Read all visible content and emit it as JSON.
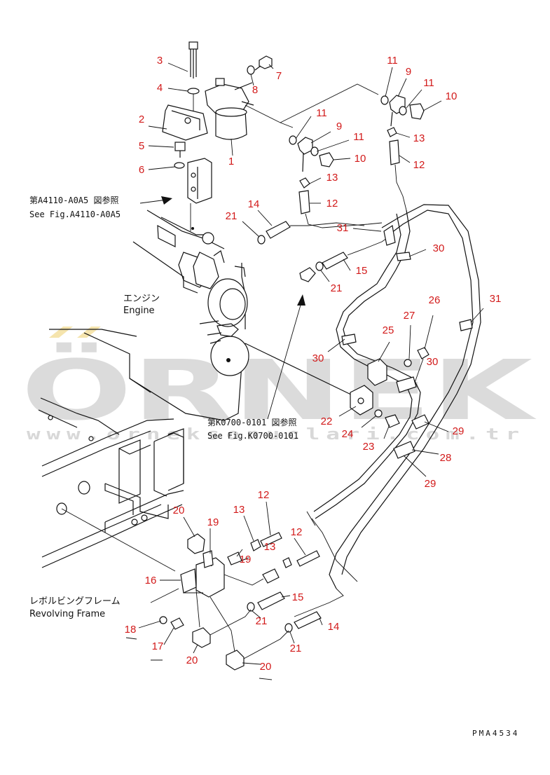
{
  "watermark": {
    "brand": "ÖRNEK",
    "url": "www.orneksonuclari.com.tr"
  },
  "references": {
    "top": {
      "line1": "第A4110-A0A5 図参照",
      "line2": "See Fig.A4110-A0A5"
    },
    "middle": {
      "line1": "第K0700-0101 図参照",
      "line2": "See Fig.K0700-0101"
    }
  },
  "labels": {
    "engine_jp": "エンジン",
    "engine_en": "Engine",
    "frame_jp": "レボルビングフレーム",
    "frame_en": "Revolving Frame"
  },
  "drawing_code": "PMA4534",
  "callouts": [
    "3",
    "4",
    "2",
    "5",
    "6",
    "7",
    "8",
    "1",
    "11",
    "9",
    "11",
    "10",
    "11",
    "9",
    "11",
    "10",
    "13",
    "12",
    "13",
    "12",
    "14",
    "21",
    "31",
    "15",
    "21",
    "30",
    "31",
    "30",
    "25",
    "27",
    "26",
    "30",
    "22",
    "24",
    "23",
    "29",
    "28",
    "29",
    "20",
    "19",
    "13",
    "12",
    "13",
    "19",
    "12",
    "16",
    "15",
    "21",
    "14",
    "18",
    "17",
    "21",
    "20",
    "20"
  ],
  "colors": {
    "callout": "#d21a1a",
    "line": "#111111",
    "watermark": "#bfbfbf",
    "watermark_accent": "#f1d98a"
  }
}
